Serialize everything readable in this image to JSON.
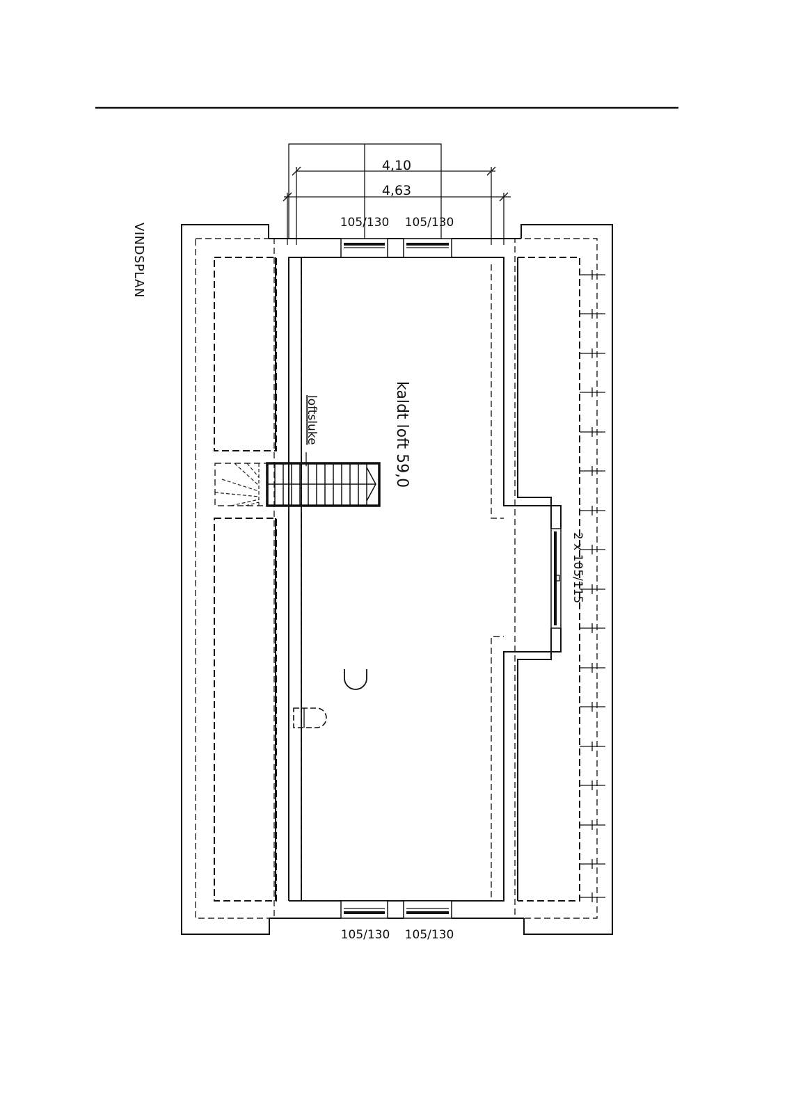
{
  "plan_title": "VINDSPLAN",
  "room_label": "kaldt loft 59,0",
  "hatch_label": "loftsluke",
  "dimensions": {
    "inner": "4,10",
    "outer": "4,63"
  },
  "windows": {
    "top_left": "105/130",
    "top_right": "105/130",
    "bottom_left": "105/130",
    "bottom_right": "105/130",
    "side": "2 x 105/115"
  }
}
